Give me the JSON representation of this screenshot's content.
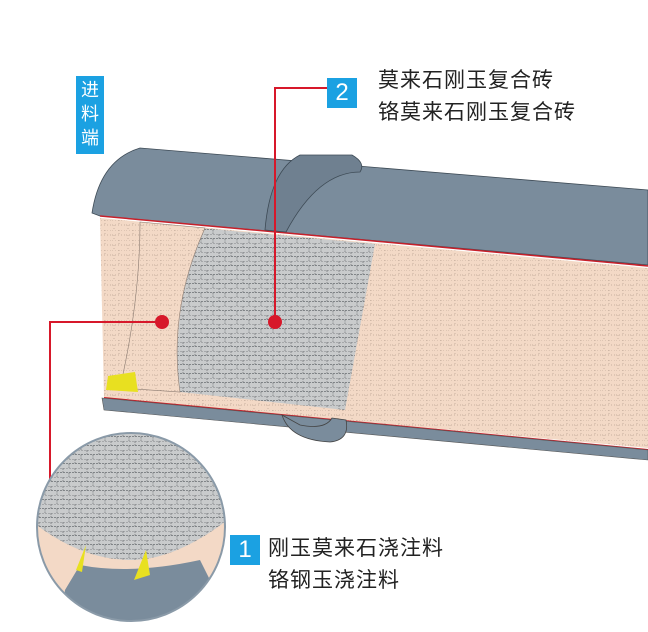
{
  "feed_end_label": "进料端",
  "callouts": [
    {
      "number": "1",
      "lines": [
        "刚玉莫来石浇注料",
        "铬钢玉浇注料"
      ]
    },
    {
      "number": "2",
      "lines": [
        "莫来石刚玉复合砖",
        "铬莫来石刚玉复合砖"
      ]
    }
  ],
  "colors": {
    "accent": "#1ba1e2",
    "leader": "#d7182a",
    "shell": "#7a8c9c",
    "brick_gray": "#c9cbcc",
    "castable_peach": "#f3d9c6"
  }
}
